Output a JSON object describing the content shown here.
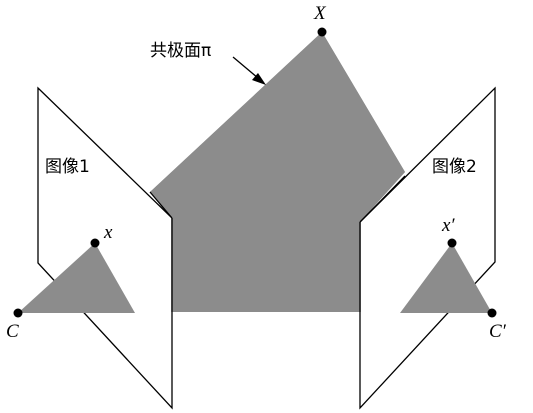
{
  "diagram": {
    "plane_label": "共极面π",
    "image1_label": "图像1",
    "image2_label": "图像2",
    "point_X": "X",
    "point_x": "x",
    "point_x_prime": "x′",
    "point_C": "C",
    "point_C_prime": "C′",
    "colors": {
      "fill_gray": "#8c8c8c",
      "stroke": "#000000",
      "background": "#ffffff"
    }
  }
}
